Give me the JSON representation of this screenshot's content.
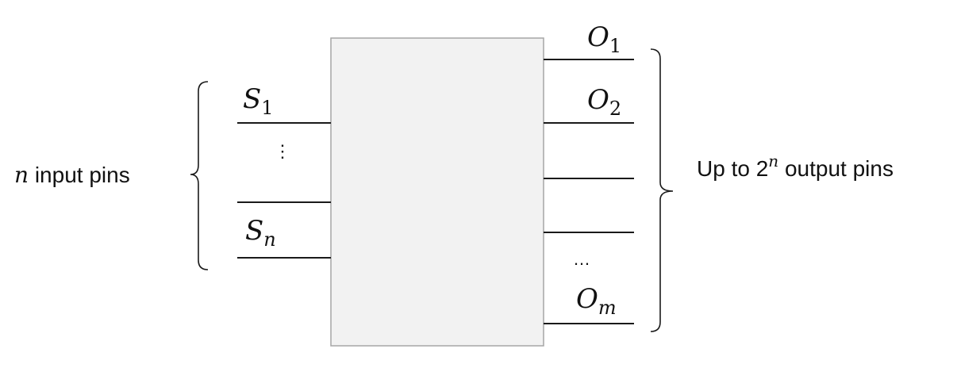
{
  "diagram": {
    "block_fill": "#f2f2f2",
    "block_stroke": "#a6a6a6",
    "inputs": {
      "label_var": "n",
      "label_text": " input pins",
      "pins": [
        {
          "base": "S",
          "sub": "1"
        },
        {
          "base": "S",
          "sub": "n"
        }
      ],
      "ellipsis": "⋮"
    },
    "outputs": {
      "label_prefix": "Up to 2",
      "label_sup": "n",
      "label_suffix": " output pins",
      "pins": [
        {
          "base": "O",
          "sub": "1"
        },
        {
          "base": "O",
          "sub": "2"
        },
        {
          "base": "O",
          "sub": "m"
        }
      ],
      "ellipsis": "…"
    }
  }
}
